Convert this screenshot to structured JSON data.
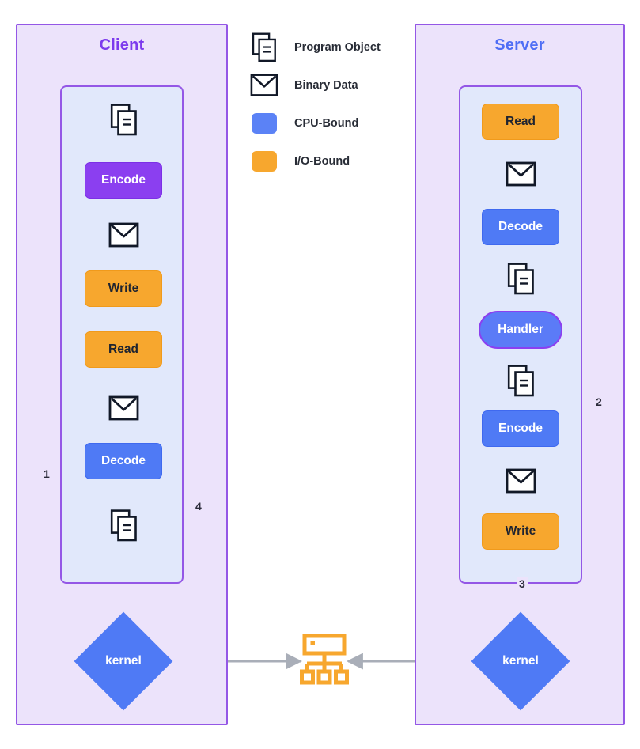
{
  "diagram": {
    "title_client": "Client",
    "title_server": "Server",
    "colors": {
      "cpu_bound": "#4f7af5",
      "io_bound": "#f7a72e",
      "encode_client": "#8b3ff0",
      "handler_fill": "#5b7bf7",
      "handler_border": "#8b3ff0",
      "subgraph_fill": "#ece3fb",
      "subgraph_border": "#9457e6",
      "inner_fill": "#e1e8fb",
      "client_title": "#7c3aed",
      "server_title": "#4f6ef5",
      "edge_gray": "#a9aeb8",
      "edge_orange": "#f7a72e",
      "edge_red": "#f4606c",
      "network_icon": "#f7a72e"
    }
  },
  "legend": {
    "items": [
      {
        "icon": "program-object-icon",
        "label": "Program Object"
      },
      {
        "icon": "binary-data-icon",
        "label": "Binary Data"
      },
      {
        "icon": "cpu-bound-swatch",
        "label": "CPU-Bound"
      },
      {
        "icon": "io-bound-swatch",
        "label": "I/O-Bound"
      }
    ]
  },
  "client": {
    "title": "Client",
    "nodes": [
      {
        "id": "client-program-object-1",
        "type": "program-object-icon",
        "label": ""
      },
      {
        "id": "client-encode",
        "type": "cpu",
        "label": "Encode"
      },
      {
        "id": "client-binary-1",
        "type": "binary-data-icon",
        "label": ""
      },
      {
        "id": "client-write",
        "type": "io",
        "label": "Write"
      },
      {
        "id": "client-read",
        "type": "io",
        "label": "Read"
      },
      {
        "id": "client-binary-2",
        "type": "binary-data-icon",
        "label": ""
      },
      {
        "id": "client-decode",
        "type": "cpu",
        "label": "Decode"
      },
      {
        "id": "client-program-object-2",
        "type": "program-object-icon",
        "label": ""
      },
      {
        "id": "client-kernel",
        "type": "diamond",
        "label": "kernel"
      }
    ]
  },
  "server": {
    "title": "Server",
    "nodes": [
      {
        "id": "server-read",
        "type": "io",
        "label": "Read"
      },
      {
        "id": "server-binary-1",
        "type": "binary-data-icon",
        "label": ""
      },
      {
        "id": "server-decode",
        "type": "cpu",
        "label": "Decode"
      },
      {
        "id": "server-program-object-1",
        "type": "program-object-icon",
        "label": ""
      },
      {
        "id": "server-handler",
        "type": "handler",
        "label": "Handler"
      },
      {
        "id": "server-program-object-2",
        "type": "program-object-icon",
        "label": ""
      },
      {
        "id": "server-encode",
        "type": "cpu",
        "label": "Encode"
      },
      {
        "id": "server-binary-2",
        "type": "binary-data-icon",
        "label": ""
      },
      {
        "id": "server-write",
        "type": "io",
        "label": "Write"
      },
      {
        "id": "server-kernel",
        "type": "diamond",
        "label": "kernel"
      }
    ]
  },
  "network": {
    "icon": "network-hub-icon"
  },
  "edges": [
    {
      "num": "1",
      "from": "client-write",
      "to": "client-kernel",
      "color": "#f7a72e"
    },
    {
      "num": "2",
      "from": "server-kernel",
      "to": "server-binary-1",
      "color": "#f7a72e"
    },
    {
      "num": "3",
      "from": "server-write",
      "to": "server-kernel",
      "color": "#f4606c"
    },
    {
      "num": "4",
      "from": "client-kernel",
      "to": "client-read",
      "color": "#f4606c"
    }
  ],
  "labels": {
    "kernel": "kernel",
    "encode": "Encode",
    "decode": "Decode",
    "read": "Read",
    "write": "Write",
    "handler": "Handler",
    "edge1": "1",
    "edge2": "2",
    "edge3": "3",
    "edge4": "4"
  }
}
